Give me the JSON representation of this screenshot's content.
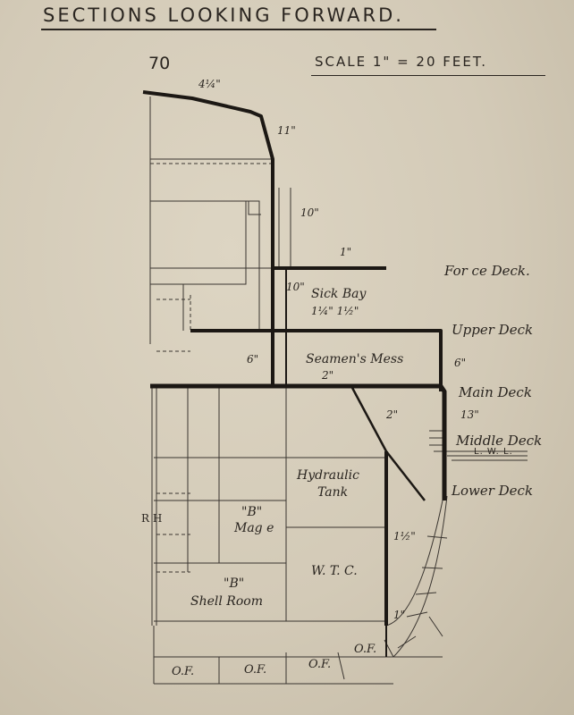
{
  "title": "SECTIONS LOOKING FORWARD.",
  "frame_number": "70",
  "scale": "SCALE 1\" = 20 FEET.",
  "decks": {
    "forecastle": "For ce Deck.",
    "upper": "Upper Deck",
    "main": "Main Deck",
    "middle": "Middle Deck",
    "lwl": "L. W. L.",
    "lower": "Lower Deck"
  },
  "rooms": {
    "sick_bay": "Sick Bay",
    "seamens_mess": "Seamen's Mess",
    "hydraulic_tank_1": "Hydraulic",
    "hydraulic_tank_2": "Tank",
    "b_magazine_1": "\"B\"",
    "b_magazine_2": "Mag e",
    "wtc": "W. T. C.",
    "b_shell_room_1": "\"B\"",
    "b_shell_room_2": "Shell Room",
    "of": "O.F.",
    "rh": "R H"
  },
  "armour": {
    "roof_a": "4¼\"",
    "roof_b": "11\"",
    "tower": "10\"",
    "forecastle": "1\"",
    "tower_lower": "10\"",
    "upper_deck": "1¼\" 1½\"",
    "mess_left": "6\"",
    "mess_right": "6\"",
    "main_deck": "2\"",
    "slope": "2\"",
    "belt": "13\"",
    "bulkhead": "1½\"",
    "bottom": "1\""
  }
}
